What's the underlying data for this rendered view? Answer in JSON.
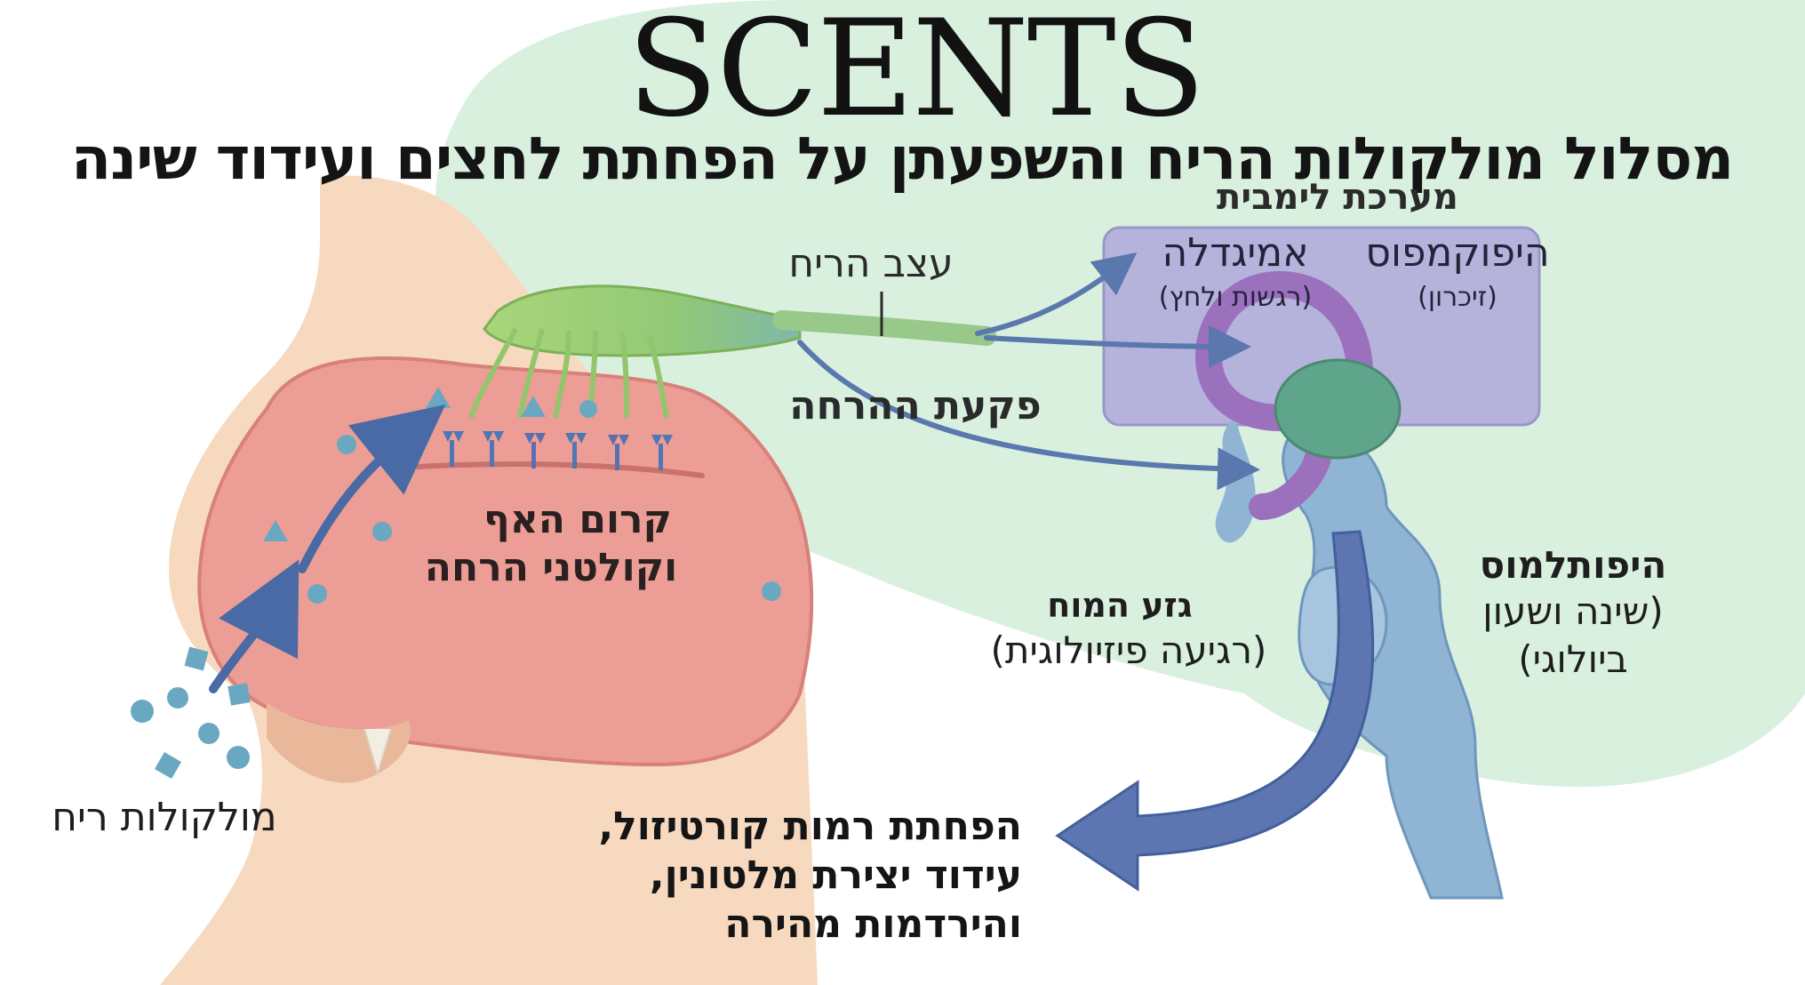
{
  "header": {
    "brand": "SCENTS",
    "title": "מסלול מולקולות הריח והשפעתן על הפחתת לחצים ועידוד שינה"
  },
  "labels": {
    "limbic_system": "מערכת לימבית",
    "olfactory_nerve": "עצב הריח",
    "olfactory_bulb": "פקעת ההרחה",
    "amygdala": "אמיגדלה",
    "amygdala_sub": "(רגשות ולחץ)",
    "hippocampus": "היפוקמפוס",
    "hippocampus_sub": "(זיכרון)",
    "mucosa_line1": "קרום האף",
    "mucosa_line2": "וקולטני הרחה",
    "brainstem": "גזע המוח",
    "brainstem_sub": "(רגיעה פיזיולוגית)",
    "hypothalamus": "היפותלמוס",
    "hypothalamus_sub1": "(שינה ושעון",
    "hypothalamus_sub2": "ביולוגי)",
    "molecules": "מולקולות ריח"
  },
  "outcome": {
    "line1": "הפחתת רמות קורטיזול,",
    "line2": "עידוד יצירת מלטונין,",
    "line3": "והירדמות מהירה"
  },
  "colors": {
    "brain_background": "#d9f0df",
    "limbic_box": "#b5b2dc",
    "nose_skin": "#f4d3b6",
    "nasal_cavity": "#ed9e95",
    "nerve_green": "#9ccf6a",
    "receptor_blue": "#4f77b4",
    "arrow_blue": "#4a6aa6",
    "hippocampus_purple": "#9b70bd",
    "amygdala_green": "#5fa58b",
    "brainstem_blue": "#8fb4d4"
  },
  "icons": [
    "scent-molecule-icon",
    "flow-arrow-icon",
    "receptor-icon"
  ]
}
